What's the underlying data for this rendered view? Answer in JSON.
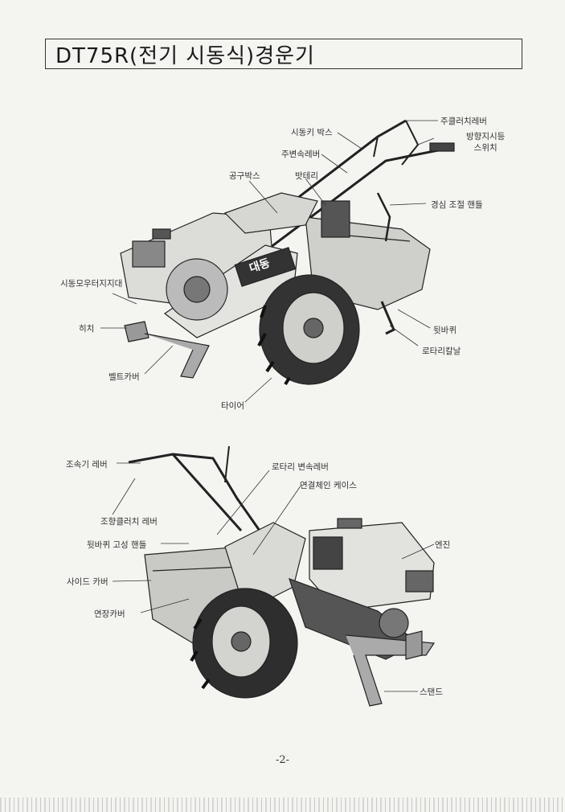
{
  "title": "DT75R(전기 시동식)경운기",
  "figure1": {
    "labels": {
      "main_clutch_lever": "주클러치레버",
      "direction_switch_line1": "방향지시등",
      "direction_switch_line2": "스위치",
      "starter_box": "시동키 박스",
      "main_shift_lever": "주변속레버",
      "battery": "밧테리",
      "tool_box": "공구박스",
      "depth_handle": "경심 조절 핸들",
      "starter_motor_support": "시동모우터지지대",
      "hitch": "히치",
      "rear_wheel": "뒷바퀴",
      "rotary_blade": "로타리칼날",
      "belt_cover": "벨트카버",
      "tire": "타이어"
    },
    "badge_text": "대동"
  },
  "figure2": {
    "labels": {
      "speed_lever": "조속기 레버",
      "rotary_shift_lever": "로타리 변속레버",
      "chain_case": "연결체인 케이스",
      "steering_clutch_lever": "조향클러치 레버",
      "rear_wheel_handle": "뒷바퀴 고성 핸들",
      "engine": "엔진",
      "side_cover": "사이드 카버",
      "extension_cover": "연장카버",
      "stand": "스탠드"
    }
  },
  "page_number": "-2-"
}
